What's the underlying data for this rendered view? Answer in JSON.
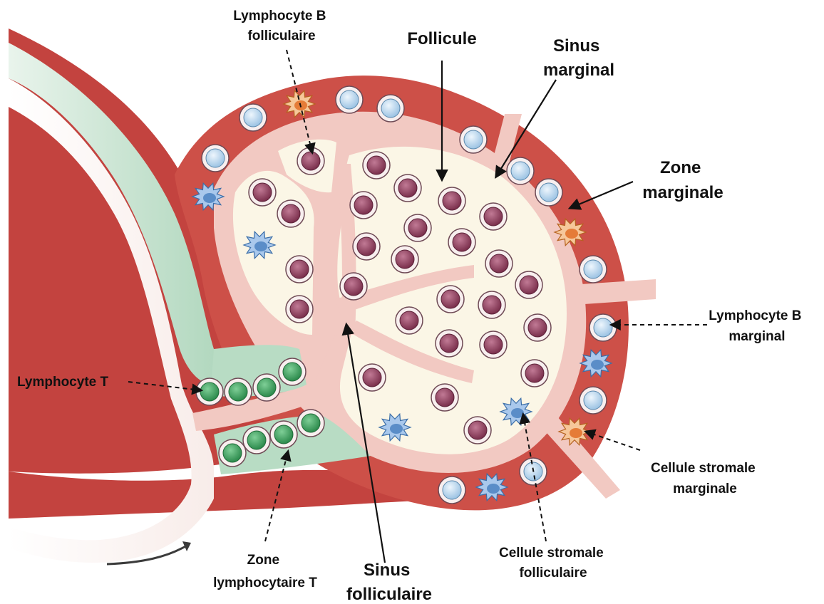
{
  "labels": {
    "lymphocyte_b_follic_1": "Lymphocyte B",
    "lymphocyte_b_follic_2": "folliculaire",
    "follicule": "Follicule",
    "sinus_marginal_1": "Sinus",
    "sinus_marginal_2": "marginal",
    "zone_marginale_1": "Zone",
    "zone_marginale_2": "marginale",
    "lymphocyte_b_marg_1": "Lymphocyte B",
    "lymphocyte_b_marg_2": "marginal",
    "lymphocyte_t": "Lymphocyte T",
    "stromale_marg_1": "Cellule stromale",
    "stromale_marg_2": "marginale",
    "stromale_follic_1": "Cellule stromale",
    "stromale_follic_2": "folliculaire",
    "zone_t_1": "Zone",
    "zone_t_2": "lymphocytaire T",
    "sinus_follic_1": "Sinus",
    "sinus_follic_2": "folliculaire"
  },
  "colors": {
    "vessel_red": "#c3433f",
    "pale_pink": "#f2c9c2",
    "zone_red": "#cd5048",
    "follicle_cream": "#fbf6e6",
    "t_zone_green": "#b8dcc4",
    "b_cell": "#8d3e5a",
    "marginal_b": "#bcd9ef",
    "t_cell": "#3b9a5b",
    "stromal_blue": "#5a8dc8",
    "stromal_orange": "#e57c38"
  },
  "icons": {
    "follicular_b": "purple-cell-icon",
    "marginal_b": "light-blue-cell-icon",
    "t_cell": "green-cell-icon",
    "stromal_blue": "blue-stellate-cell-icon",
    "stromal_orange": "orange-stellate-cell-icon",
    "flow_arrow": "flow-arrow-icon"
  }
}
